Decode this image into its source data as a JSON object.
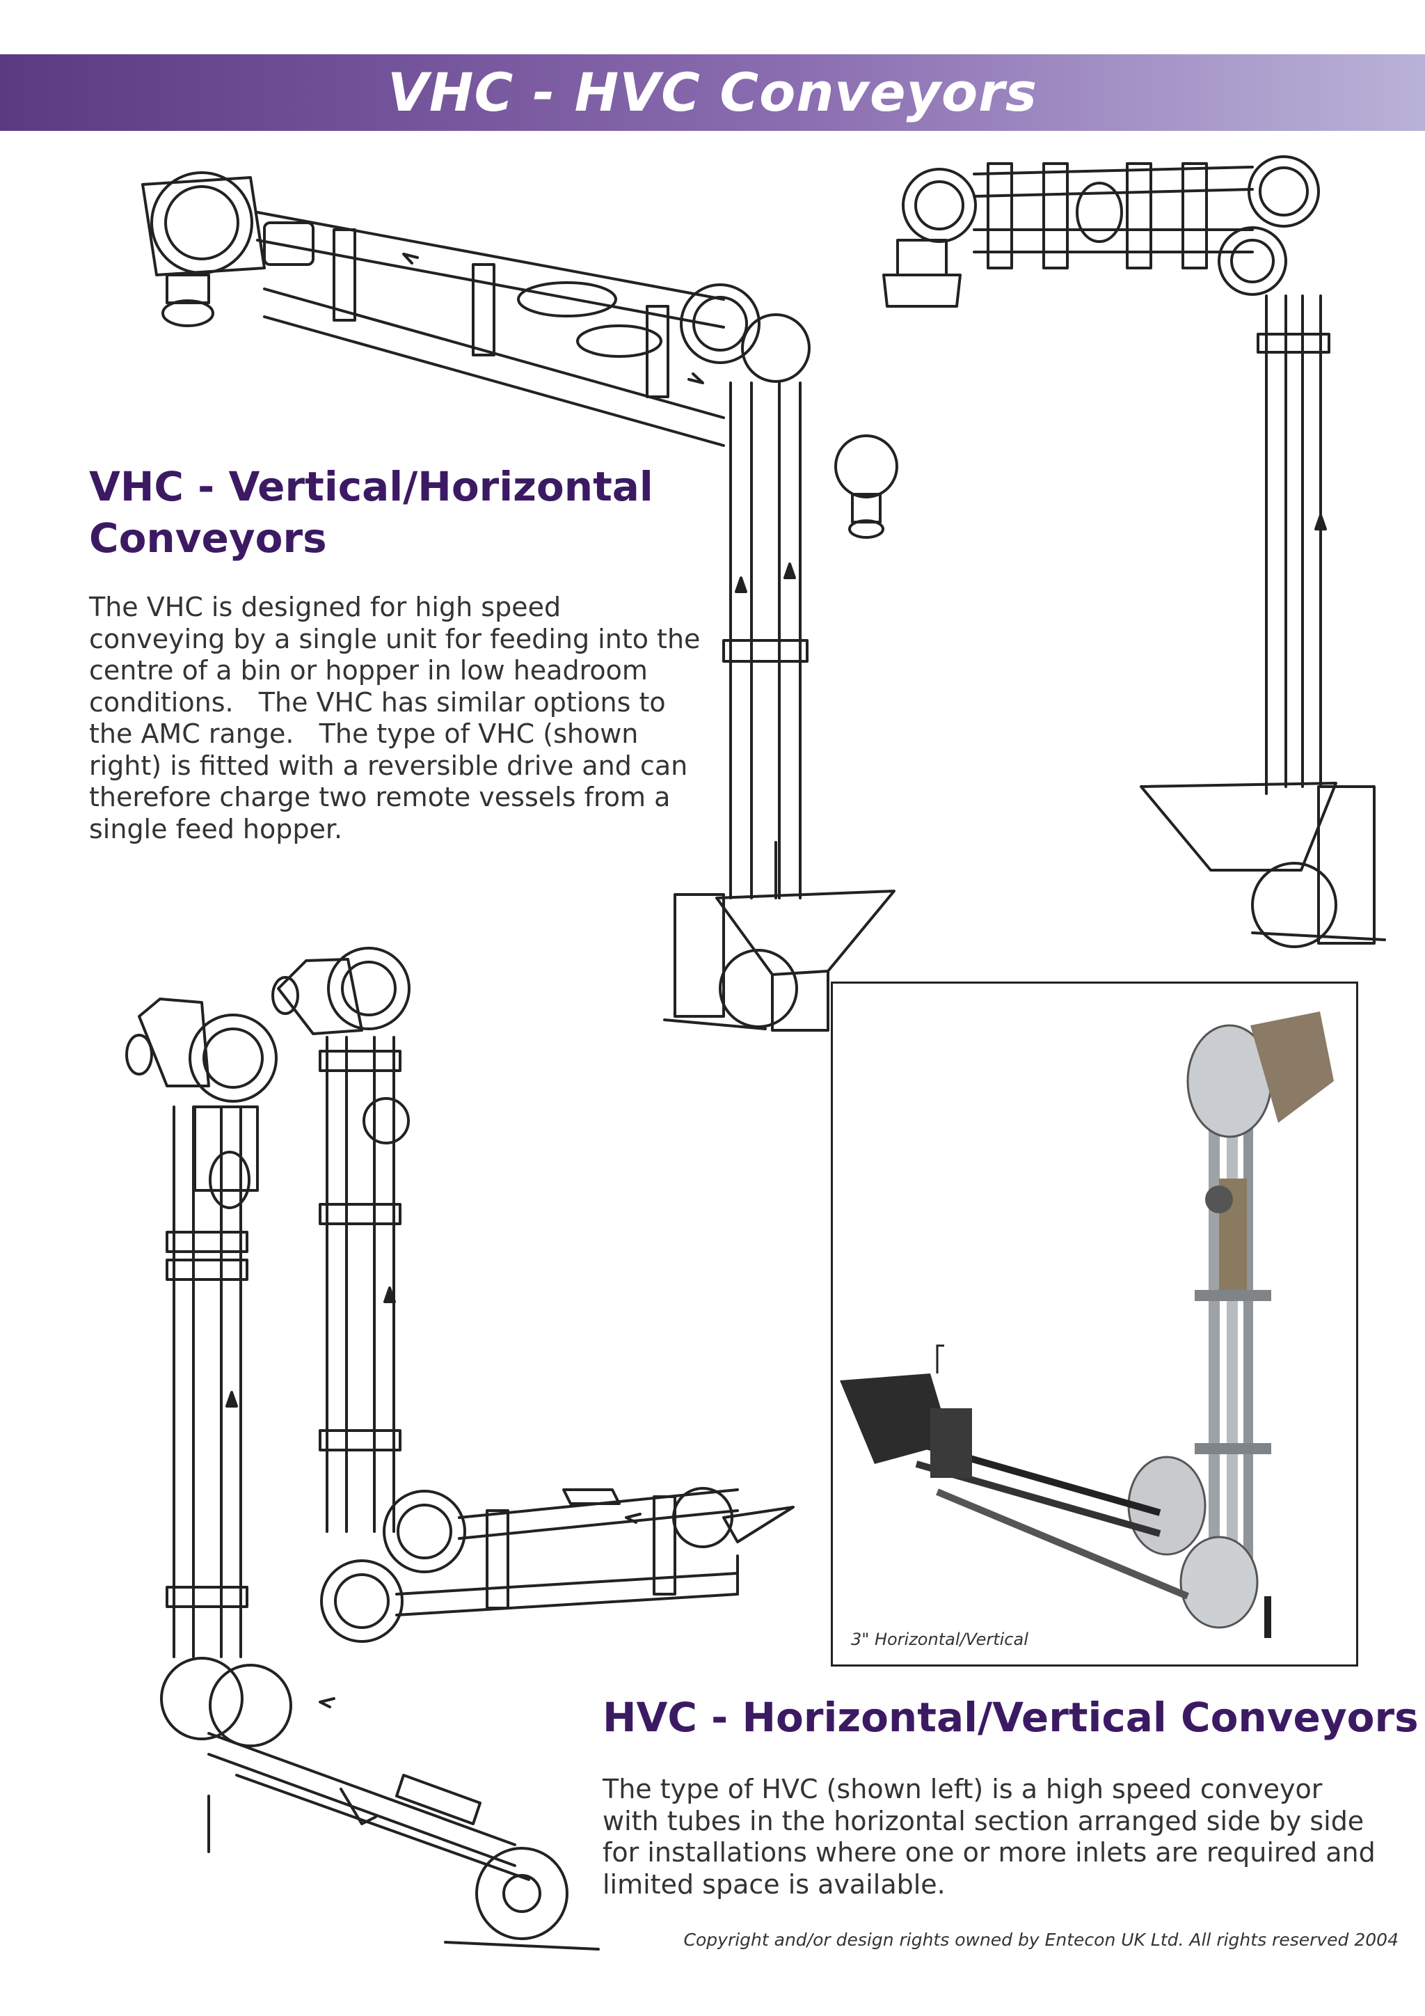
{
  "banner": {
    "title": "VHC - HVC Conveyors"
  },
  "vhc": {
    "heading_line1": "VHC - Vertical/Horizontal",
    "heading_line2": "Conveyors",
    "body": [
      "The VHC is designed for high speed",
      "conveying by a single unit for feeding into the",
      "centre of a bin or hopper in low headroom",
      "conditions.   The VHC has similar options to",
      "the AMC range.   The type of VHC (shown",
      "right) is fitted with a reversible drive and can",
      "therefore charge two remote vessels from a",
      "single feed hopper."
    ]
  },
  "hvc": {
    "heading": "HVC - Horizontal/Vertical Conveyors",
    "body": [
      "The type of HVC (shown left) is a high speed conveyor",
      "with tubes in the horizontal section arranged side by side",
      "for installations where one or more inlets are required and",
      "limited space is available."
    ]
  },
  "photo": {
    "caption": "3\" Horizontal/Vertical"
  },
  "footer": {
    "copyright": "Copyright and/or design rights owned by Entecon UK Ltd. All rights reserved 2004"
  },
  "colors": {
    "heading": "#3c1a63",
    "banner_start": "#5b3a82",
    "banner_end": "#b9b2d8"
  }
}
